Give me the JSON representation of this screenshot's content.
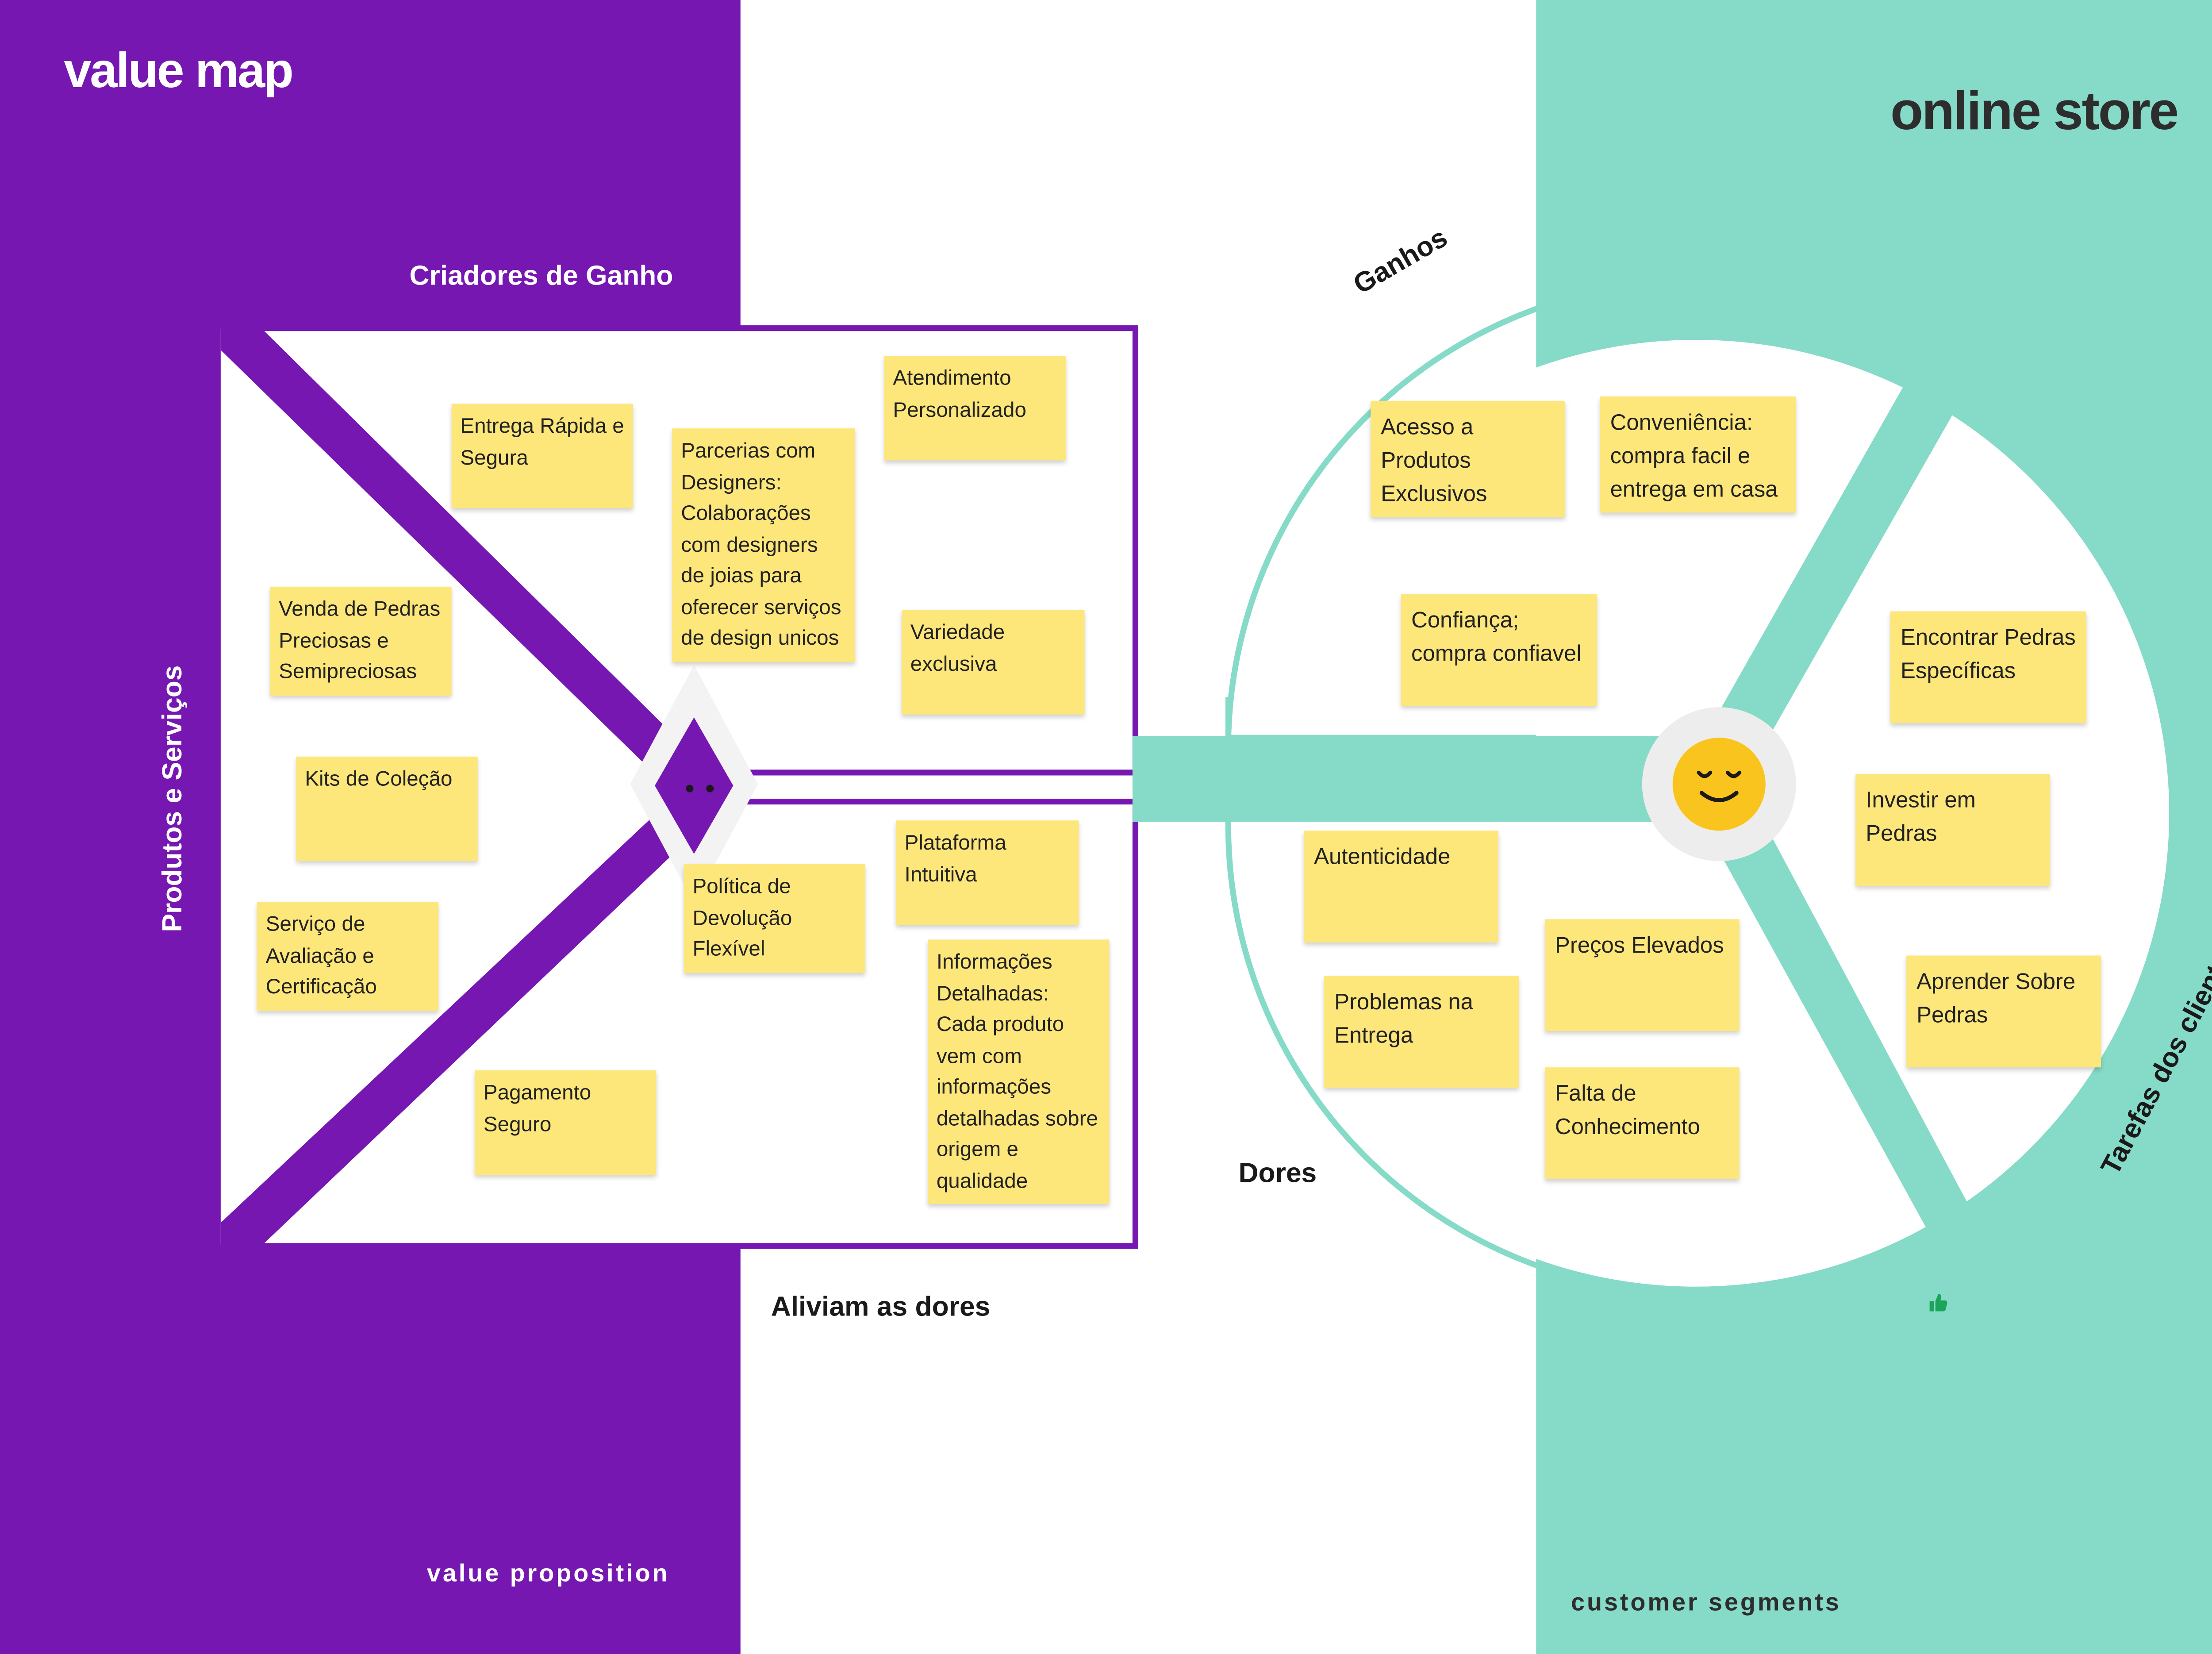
{
  "titles": {
    "value_map": "value map",
    "online_store": "online store",
    "value_proposition": "value proposition",
    "customer_segments": "customer segments"
  },
  "headings": {
    "criadores_de_ganho": "Criadores de Ganho",
    "produtos_e_servicos": "Produtos e Serviços",
    "aliviam_as_dores": "Aliviam as dores",
    "ganhos": "Ganhos",
    "dores": "Dores",
    "tarefas_dos_clientes": "Tarefas dos clientes"
  },
  "value_map_notes": {
    "entrega_rapida": "Entrega Rápida e\nSegura",
    "parcerias": "Parcerias com\nDesigners:\nColaborações\ncom designers\nde joias para\noferecer serviços\nde design unicos",
    "atendimento": "Atendimento\nPersonalizado",
    "variedade": "Variedade\nexclusiva",
    "venda_pedras": "Venda de Pedras\nPreciosas e\nSemipreciosas",
    "kits": "Kits de Coleção",
    "servico_avaliacao": "Serviço de\nAvaliação e\nCertificação",
    "pagamento": "Pagamento\nSeguro",
    "politica_devolucao": "Política de\nDevolução\nFlexível",
    "plataforma": "Plataforma\nIntuitiva",
    "informacoes": "Informações\nDetalhadas:\nCada produto\nvem com\ninformações\ndetalhadas sobre\norigem e\nqualidade"
  },
  "customer_notes": {
    "acesso": "Acesso a\nProdutos\nExclusivos",
    "conveniencia": "Conveniência:\ncompra facil e\nentrega em casa",
    "confianca": "Confiança;\ncompra confiavel",
    "encontrar": "Encontrar Pedras\nEspecíficas",
    "investir": "Investir em\nPedras",
    "aprender": "Aprender Sobre\nPedras",
    "autenticidade": "Autenticidade",
    "precos": "Preços Elevados",
    "problemas": "Problemas na\nEntrega",
    "falta": "Falta de\nConhecimento"
  },
  "colors": {
    "purple": "#7517b0",
    "teal": "#86dbc8",
    "sticky": "#fde77b",
    "smiley": "#f9c41e"
  },
  "icons": {
    "gain_face": "smiley-face-icon",
    "value_face": "diamond-face-icon",
    "reaction": "thumbs-up-icon"
  }
}
